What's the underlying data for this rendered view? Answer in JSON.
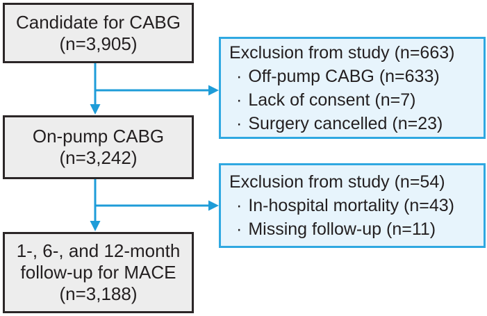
{
  "flowchart": {
    "nodes": {
      "candidate": {
        "lines": [
          "Candidate for CABG",
          "(n=3,905)"
        ]
      },
      "onpump": {
        "lines": [
          "On-pump CABG",
          "(n=3,242)"
        ]
      },
      "followup": {
        "lines": [
          "1-, 6-, and 12-month",
          "follow-up for MACE",
          "(n=3,188)"
        ]
      }
    },
    "exclusions": [
      {
        "title": "Exclusion from study (n=663)",
        "items": [
          "Off-pump CABG (n=633)",
          "Lack of consent (n=7)",
          "Surgery cancelled (n=23)"
        ]
      },
      {
        "title": "Exclusion from study (n=54)",
        "items": [
          "In-hospital mortality (n=43)",
          "Missing follow-up (n=11)"
        ]
      }
    ],
    "glyphs": {
      "bullet": "·"
    },
    "colors": {
      "arrow_blue": "#1E9CD8",
      "exclusion_border": "#2FA8E1",
      "exclusion_fill": "#E7F4FC",
      "node_fill": "#EDEDED",
      "node_border": "#2B2627",
      "text": "#231F20",
      "background": "#FFFFFF"
    }
  }
}
